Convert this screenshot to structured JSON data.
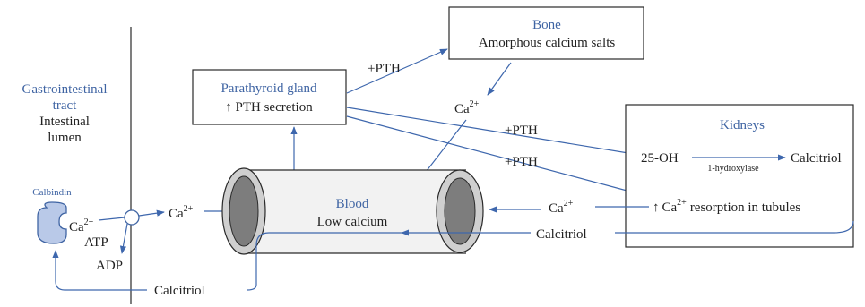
{
  "colors": {
    "accent_blue": "#3f64a3",
    "arrow_blue": "#3e67ad",
    "box_stroke": "#2a2a2a",
    "text_black": "#222222",
    "tube_fill": "#f2f2f2",
    "tube_end_fill": "#7d7d7d",
    "calbindin_fill": "#b9c9e8",
    "background": "#ffffff"
  },
  "gi_tract": {
    "title_line1": "Gastrointestinal",
    "title_line2": "tract",
    "subtitle_line1": "Intestinal",
    "subtitle_line2": "lumen"
  },
  "calbindin": {
    "label": "Calbindin",
    "ca_base": "Ca",
    "ca_sup": "2+",
    "atp": "ATP",
    "adp": "ADP"
  },
  "ca_to_blood": {
    "base": "Ca",
    "sup": "2+"
  },
  "parathyroid": {
    "title": "Parathyroid gland",
    "line2": "↑ PTH secretion"
  },
  "bone": {
    "title": "Bone",
    "line2": "Amorphous calcium salts"
  },
  "pth_labels": {
    "to_bone": "+PTH",
    "to_kidney_1": "+PTH",
    "to_kidney_2": "+PTH"
  },
  "ca_from_bone": {
    "base": "Ca",
    "sup": "2+"
  },
  "kidneys": {
    "title": "Kidneys",
    "precursor": "25-OH",
    "enzyme": "1-hydroxylase",
    "product": "Calcitriol",
    "resorption_prefix": "↑",
    "resorption_ca": "Ca",
    "resorption_sup": "2+",
    "resorption_text": "resorption in tubules"
  },
  "blood": {
    "title": "Blood",
    "line2": "Low calcium"
  },
  "ca_from_kidney": {
    "base": "Ca",
    "sup": "2+"
  },
  "calcitriol_kidney_label": "Calcitriol",
  "calcitriol_gi_label": "Calcitriol"
}
